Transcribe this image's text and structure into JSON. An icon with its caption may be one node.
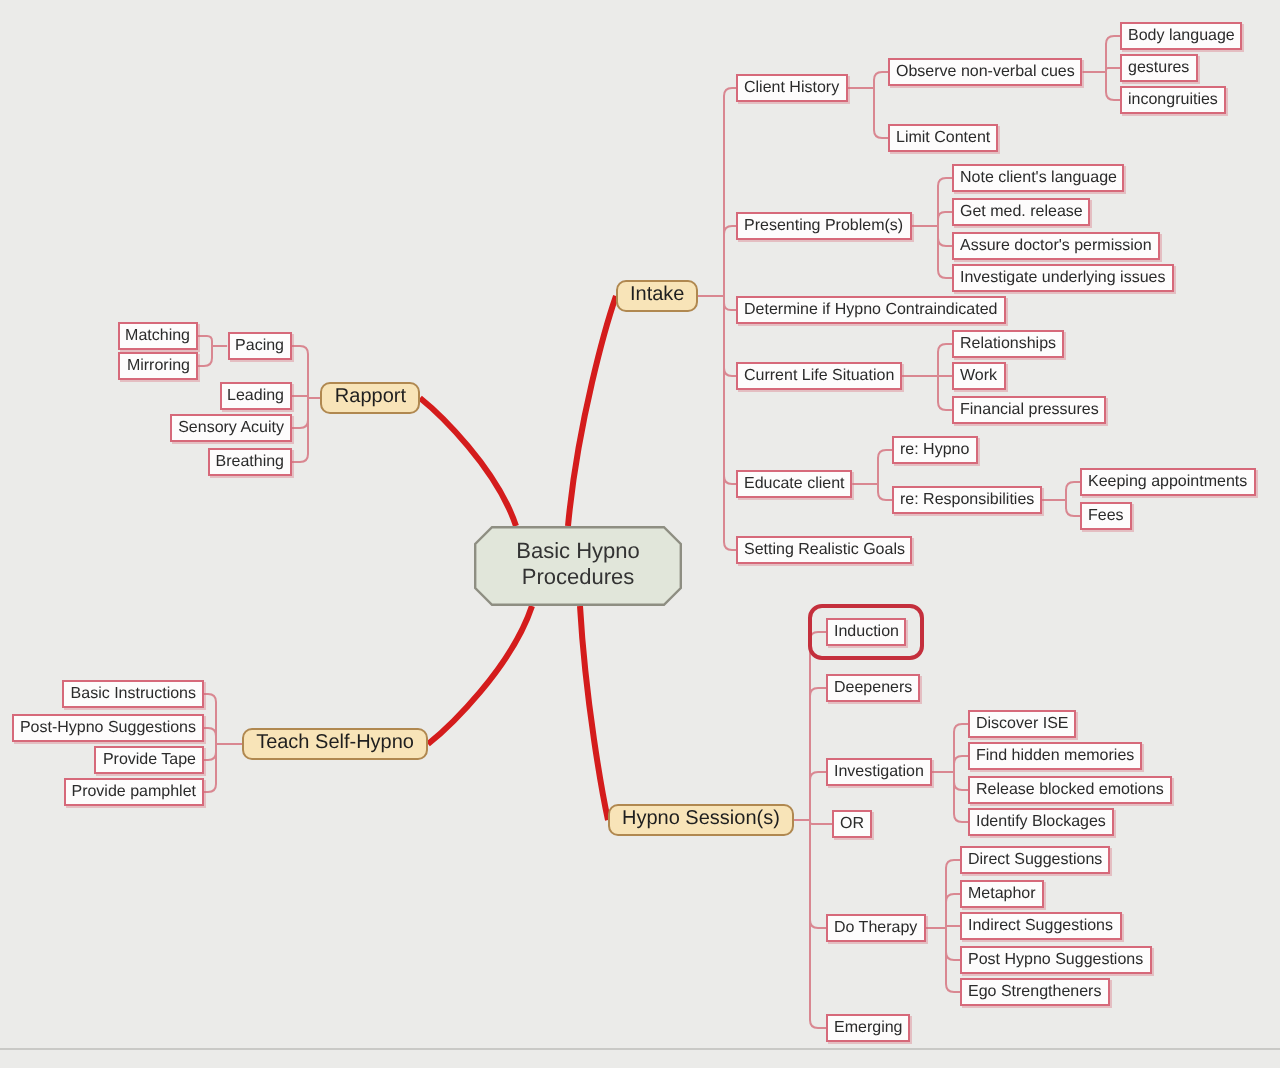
{
  "diagram": {
    "nodes": [
      {
        "text": [
          "Basic Hypno Procedures"
        ]
      },
      {
        "text": [
          "Intake"
        ]
      },
      {
        "text": [
          "Client History"
        ]
      },
      {
        "text": [
          "Observe non-verbal cues"
        ]
      },
      {
        "text": [
          "Body language"
        ]
      },
      {
        "text": [
          "gestures"
        ]
      },
      {
        "text": [
          "incongruities"
        ]
      },
      {
        "text": [
          "Limit Content"
        ]
      },
      {
        "text": [
          "Presenting Problem(s)"
        ]
      },
      {
        "text": [
          "Note client's language"
        ]
      },
      {
        "text": [
          "Get med. release"
        ]
      },
      {
        "text": [
          "Assure doctor's permission"
        ]
      },
      {
        "text": [
          "Investigate underlying issues"
        ]
      },
      {
        "text": [
          "Determine if Hypno Contraindicated"
        ]
      },
      {
        "text": [
          "Current Life Situation"
        ]
      },
      {
        "text": [
          "Relationships"
        ]
      },
      {
        "text": [
          "Work"
        ]
      },
      {
        "text": [
          "Financial pressures"
        ]
      },
      {
        "text": [
          "Educate client"
        ]
      },
      {
        "text": [
          "re: Hypno"
        ]
      },
      {
        "text": [
          "re: Responsibilities"
        ]
      },
      {
        "text": [
          "Keeping appointments"
        ]
      },
      {
        "text": [
          "Fees"
        ]
      },
      {
        "text": [
          "Setting Realistic Goals"
        ]
      },
      {
        "text": [
          "Rapport"
        ]
      },
      {
        "text": [
          "Pacing"
        ]
      },
      {
        "text": [
          "Matching"
        ]
      },
      {
        "text": [
          "Mirroring"
        ]
      },
      {
        "text": [
          "Leading"
        ]
      },
      {
        "text": [
          "Sensory Acuity"
        ]
      },
      {
        "text": [
          "Breathing"
        ]
      },
      {
        "text": [
          "Teach Self-Hypno"
        ]
      },
      {
        "text": [
          "Basic Instructions"
        ]
      },
      {
        "text": [
          "Post-Hypno Suggestions"
        ]
      },
      {
        "text": [
          "Provide Tape"
        ]
      },
      {
        "text": [
          "Provide pamphlet"
        ]
      },
      {
        "text": [
          "Hypno Session(s)"
        ]
      },
      {
        "text": [
          "Induction"
        ]
      },
      {
        "text": [
          "Deepeners"
        ]
      },
      {
        "text": [
          "Investigation"
        ]
      },
      {
        "text": [
          "Discover ISE"
        ]
      },
      {
        "text": [
          "Find hidden memories"
        ]
      },
      {
        "text": [
          "Release blocked emotions"
        ]
      },
      {
        "text": [
          "Identify Blockages"
        ]
      },
      {
        "text": [
          "OR"
        ]
      },
      {
        "text": [
          "Do Therapy"
        ]
      },
      {
        "text": [
          "Direct Suggestions"
        ]
      },
      {
        "text": [
          "Metaphor"
        ]
      },
      {
        "text": [
          "Indirect Suggestions"
        ]
      },
      {
        "text": [
          "Post Hypno Suggestions"
        ]
      },
      {
        "text": [
          "Ego Strengtheners"
        ]
      },
      {
        "text": [
          "Emerging"
        ]
      }
    ],
    "edges": [
      {
        "from": 0,
        "to": 1,
        "arrow": "none",
        "style": "thick",
        "color": "#d41c1c"
      },
      {
        "from": 0,
        "to": 24,
        "arrow": "none",
        "style": "thick",
        "color": "#d41c1c"
      },
      {
        "from": 0,
        "to": 31,
        "arrow": "none",
        "style": "thick",
        "color": "#d41c1c"
      },
      {
        "from": 0,
        "to": 36,
        "arrow": "none",
        "style": "thick",
        "color": "#d41c1c"
      },
      {
        "from": 1,
        "to": 2,
        "arrow": "none"
      },
      {
        "from": 1,
        "to": 8,
        "arrow": "none"
      },
      {
        "from": 1,
        "to": 13,
        "arrow": "none"
      },
      {
        "from": 1,
        "to": 14,
        "arrow": "none"
      },
      {
        "from": 1,
        "to": 18,
        "arrow": "none"
      },
      {
        "from": 1,
        "to": 23,
        "arrow": "none"
      },
      {
        "from": 2,
        "to": 3,
        "arrow": "none"
      },
      {
        "from": 2,
        "to": 7,
        "arrow": "none"
      },
      {
        "from": 3,
        "to": 4,
        "arrow": "none"
      },
      {
        "from": 3,
        "to": 5,
        "arrow": "none"
      },
      {
        "from": 3,
        "to": 6,
        "arrow": "none"
      },
      {
        "from": 8,
        "to": 9,
        "arrow": "none"
      },
      {
        "from": 8,
        "to": 10,
        "arrow": "none"
      },
      {
        "from": 8,
        "to": 11,
        "arrow": "none"
      },
      {
        "from": 8,
        "to": 12,
        "arrow": "none"
      },
      {
        "from": 14,
        "to": 15,
        "arrow": "none"
      },
      {
        "from": 14,
        "to": 16,
        "arrow": "none"
      },
      {
        "from": 14,
        "to": 17,
        "arrow": "none"
      },
      {
        "from": 18,
        "to": 19,
        "arrow": "none"
      },
      {
        "from": 18,
        "to": 20,
        "arrow": "none"
      },
      {
        "from": 20,
        "to": 21,
        "arrow": "none"
      },
      {
        "from": 20,
        "to": 22,
        "arrow": "none"
      },
      {
        "from": 24,
        "to": 25,
        "arrow": "none"
      },
      {
        "from": 24,
        "to": 28,
        "arrow": "none"
      },
      {
        "from": 24,
        "to": 29,
        "arrow": "none"
      },
      {
        "from": 24,
        "to": 30,
        "arrow": "none"
      },
      {
        "from": 25,
        "to": 26,
        "arrow": "none"
      },
      {
        "from": 25,
        "to": 27,
        "arrow": "none"
      },
      {
        "from": 31,
        "to": 32,
        "arrow": "none"
      },
      {
        "from": 31,
        "to": 33,
        "arrow": "none"
      },
      {
        "from": 31,
        "to": 34,
        "arrow": "none"
      },
      {
        "from": 31,
        "to": 35,
        "arrow": "none"
      },
      {
        "from": 36,
        "to": 37,
        "arrow": "none"
      },
      {
        "from": 36,
        "to": 38,
        "arrow": "none"
      },
      {
        "from": 36,
        "to": 39,
        "arrow": "none"
      },
      {
        "from": 36,
        "to": 44,
        "arrow": "none"
      },
      {
        "from": 36,
        "to": 45,
        "arrow": "none"
      },
      {
        "from": 36,
        "to": 51,
        "arrow": "none"
      },
      {
        "from": 39,
        "to": 40,
        "arrow": "none"
      },
      {
        "from": 39,
        "to": 41,
        "arrow": "none"
      },
      {
        "from": 39,
        "to": 42,
        "arrow": "none"
      },
      {
        "from": 39,
        "to": 43,
        "arrow": "none"
      },
      {
        "from": 45,
        "to": 46,
        "arrow": "none"
      },
      {
        "from": 45,
        "to": 47,
        "arrow": "none"
      },
      {
        "from": 45,
        "to": 48,
        "arrow": "none"
      },
      {
        "from": 45,
        "to": 49,
        "arrow": "none"
      },
      {
        "from": 45,
        "to": 50,
        "arrow": "none"
      }
    ]
  }
}
